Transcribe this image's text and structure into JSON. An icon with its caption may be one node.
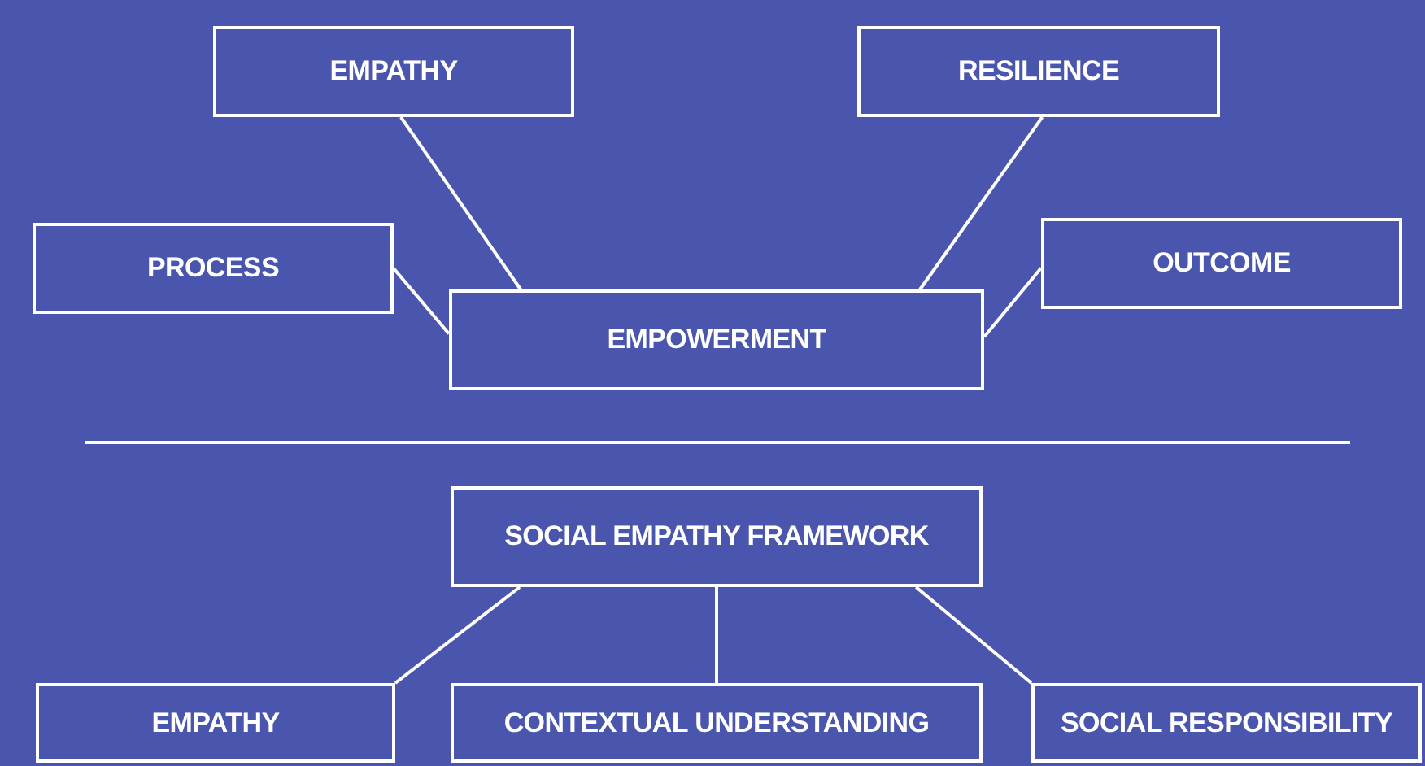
{
  "diagram": {
    "nodes": [
      {
        "text": [
          "EMPATHY"
        ]
      },
      {
        "text": [
          "RESILIENCE"
        ]
      },
      {
        "text": [
          "PROCESS"
        ]
      },
      {
        "text": [
          "OUTCOME"
        ]
      },
      {
        "text": [
          "EMPOWERMENT"
        ]
      },
      {
        "text": [
          "SOCIAL EMPATHY FRAMEWORK"
        ]
      },
      {
        "text": [
          "EMPATHY"
        ]
      },
      {
        "text": [
          "CONTEXTUAL UNDERSTANDING"
        ]
      },
      {
        "text": [
          "SOCIAL RESPONSIBILITY"
        ]
      }
    ],
    "edges": [
      {
        "from": 0,
        "to": 4,
        "arrow": "none"
      },
      {
        "from": 1,
        "to": 4,
        "arrow": "none"
      },
      {
        "from": 2,
        "to": 4,
        "arrow": "none"
      },
      {
        "from": 3,
        "to": 4,
        "arrow": "none"
      },
      {
        "from": 5,
        "to": 6,
        "arrow": "none"
      },
      {
        "from": 5,
        "to": 7,
        "arrow": "none"
      },
      {
        "from": 5,
        "to": 8,
        "arrow": "none"
      }
    ]
  }
}
